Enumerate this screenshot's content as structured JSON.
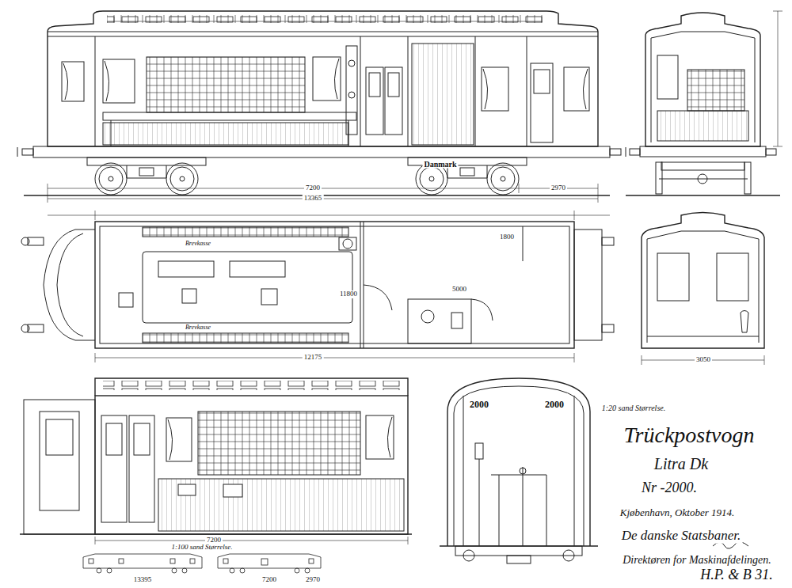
{
  "diagram": {
    "title": "Trückpostvogn",
    "labels": [
      "Danmark",
      "7200",
      "2970",
      "13365",
      "11800",
      "5000",
      "Brevkasse",
      "Brevkasse",
      "12175",
      "1800",
      "3050",
      "1:20 sand Størrelse.",
      "Litra Dk",
      "Nr -2000.",
      "Kjøbenhavn, Oktober 1914.",
      "De danske Statsbaner.",
      "Direktøren for Maskinafdelingen.",
      "7200",
      "1:100 sand Størrelse.",
      "13395",
      "7200",
      "2970",
      "2000",
      "2000",
      "H.P. & B 31."
    ]
  }
}
